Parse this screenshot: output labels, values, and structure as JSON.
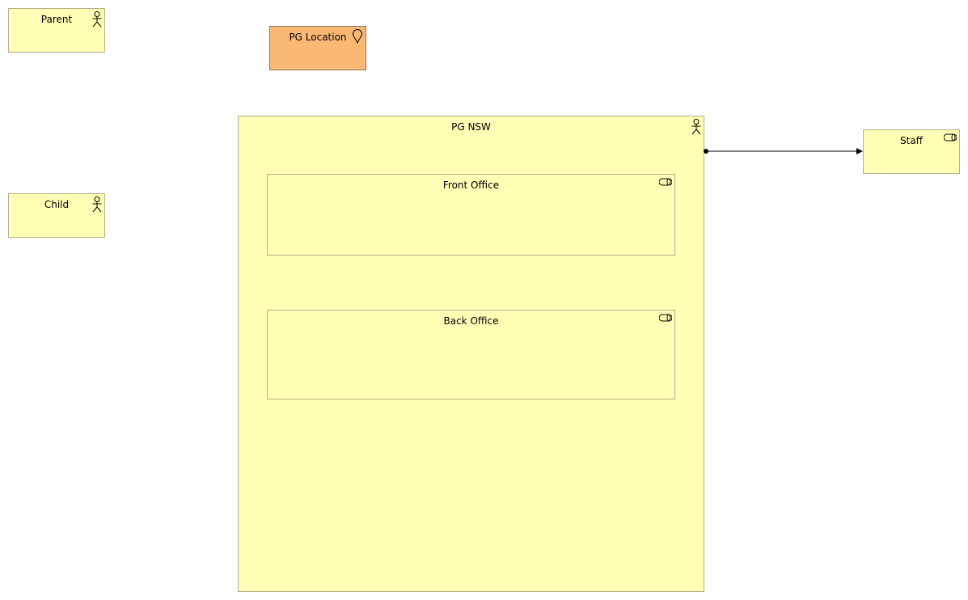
{
  "colors": {
    "actor_fill": "#ffffb5",
    "role_fill": "#ffffb5",
    "location_fill": "#fbb875",
    "border": "#b4b08a",
    "connector": "#000000"
  },
  "nodes": {
    "parent": {
      "label": "Parent",
      "icon": "actor-icon"
    },
    "child": {
      "label": "Child",
      "icon": "actor-icon"
    },
    "location": {
      "label": "PG Location",
      "icon": "location-pin-icon"
    },
    "pgnsw": {
      "label": "PG NSW",
      "icon": "actor-icon"
    },
    "front": {
      "label": "Front Office",
      "icon": "role-icon"
    },
    "back": {
      "label": "Back Office",
      "icon": "role-icon"
    },
    "staff": {
      "label": "Staff",
      "icon": "role-icon"
    }
  },
  "connections": [
    {
      "from": "PG NSW",
      "to": "Staff",
      "type": "assignment"
    }
  ]
}
